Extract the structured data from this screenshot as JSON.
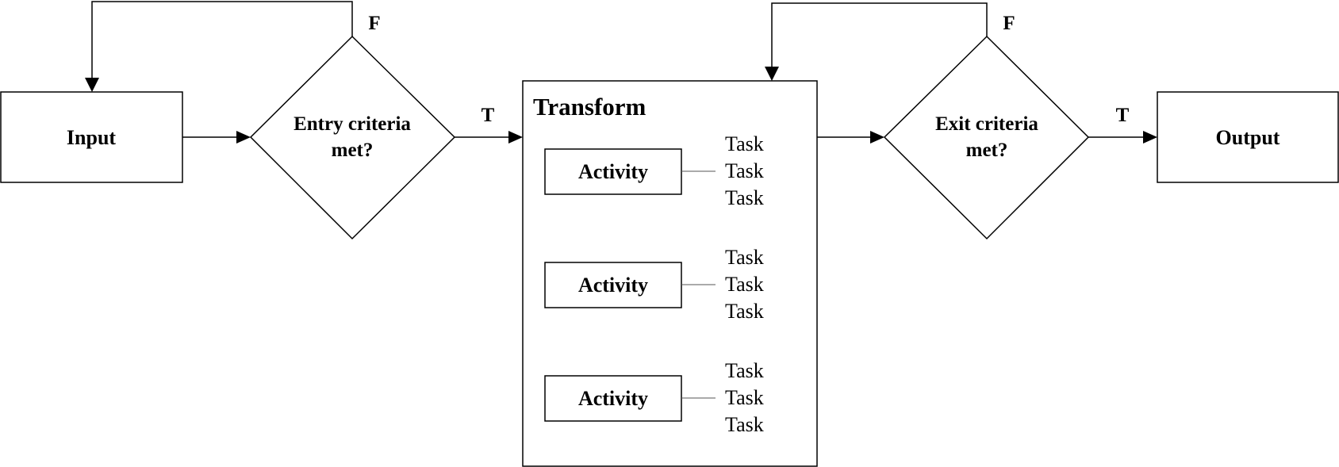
{
  "input": {
    "label": "Input"
  },
  "entry_decision": {
    "line1": "Entry criteria",
    "line2": "met?",
    "true_label": "T",
    "false_label": "F"
  },
  "transform": {
    "title": "Transform",
    "activities": [
      {
        "label": "Activity",
        "tasks": [
          "Task",
          "Task",
          "Task"
        ]
      },
      {
        "label": "Activity",
        "tasks": [
          "Task",
          "Task",
          "Task"
        ]
      },
      {
        "label": "Activity",
        "tasks": [
          "Task",
          "Task",
          "Task"
        ]
      }
    ]
  },
  "exit_decision": {
    "line1": "Exit criteria",
    "line2": "met?",
    "true_label": "T",
    "false_label": "F"
  },
  "output": {
    "label": "Output"
  }
}
